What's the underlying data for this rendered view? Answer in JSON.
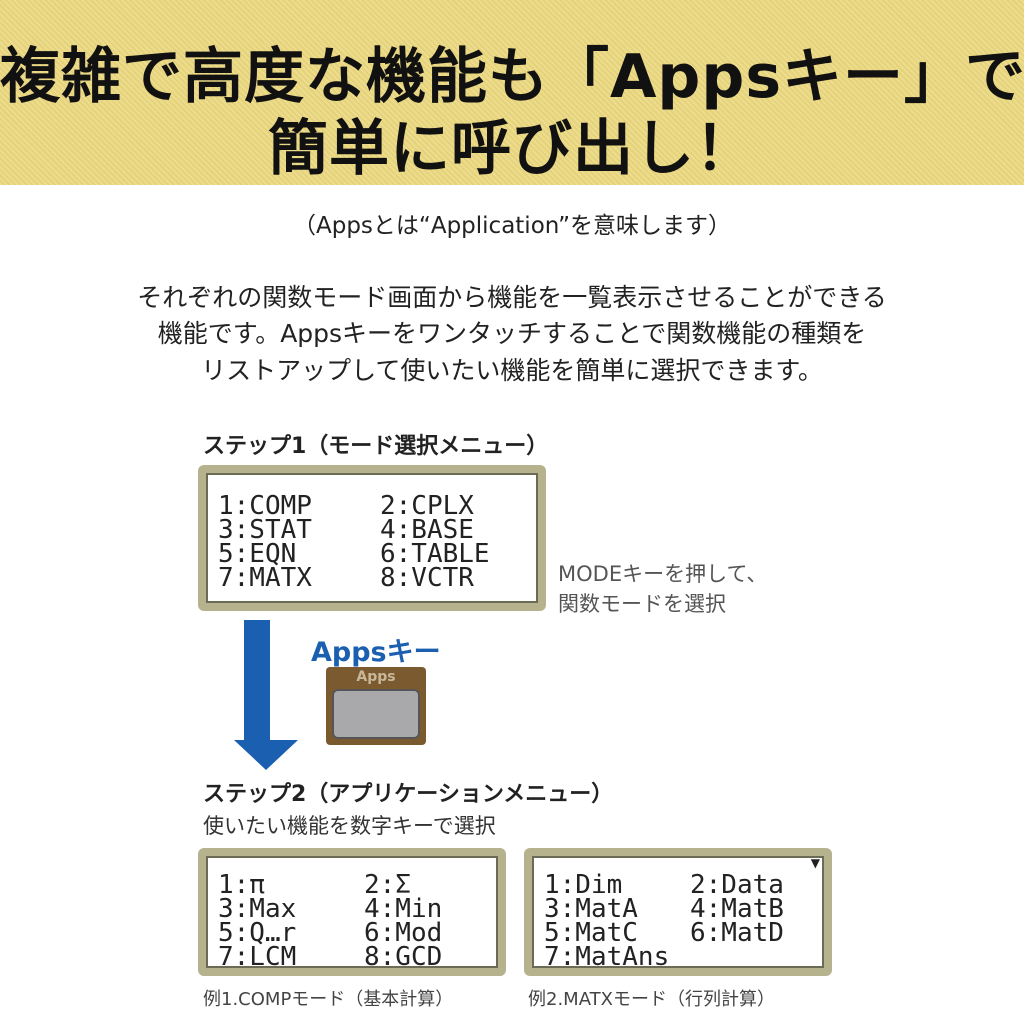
{
  "header": {
    "line1": "複雑で高度な機能も「Appsキー」で",
    "line2": "簡単に呼び出し！"
  },
  "subtitle": "（Appsとは“Application”を意味します）",
  "description": [
    "それぞれの関数モード画面から機能を一覧表示させることができる",
    "機能です。Appsキーをワンタッチすることで関数機能の種類を",
    "リストアップして使いたい機能を簡単に選択できます。"
  ],
  "step1": {
    "label": "ステップ1（モード選択メニュー）",
    "menu": [
      [
        "1:COMP",
        "2:CPLX"
      ],
      [
        "3:STAT",
        "4:BASE"
      ],
      [
        "5:EQN",
        "6:TABLE"
      ],
      [
        "7:MATX",
        "8:VCTR"
      ]
    ],
    "note": [
      "MODEキーを押して、",
      "関数モードを選択"
    ]
  },
  "apps_key": {
    "label": "Appsキー",
    "key_text": "Apps"
  },
  "step2": {
    "label": "ステップ2（アプリケーションメニュー）",
    "sublabel": "使いたい機能を数字キーで選択",
    "example1": {
      "menu": [
        [
          "1:π",
          "2:Σ"
        ],
        [
          "3:Max",
          "4:Min"
        ],
        [
          "5:Q…r",
          "6:Mod"
        ],
        [
          "7:LCM",
          "8:GCD"
        ]
      ],
      "caption": "例1.COMPモード（基本計算）"
    },
    "example2": {
      "menu": [
        [
          "1:Dim",
          "2:Data"
        ],
        [
          "3:MatA",
          "4:MatB"
        ],
        [
          "5:MatC",
          "6:MatD"
        ],
        [
          "7:MatAns",
          ""
        ]
      ],
      "scroll_indicator": "▼",
      "caption": "例2.MATXモード（行列計算）"
    }
  },
  "colors": {
    "band": "#ecd981",
    "arrow": "#1a5fb0",
    "lcd_frame": "#b6b28d",
    "key": "#7a5a2e"
  }
}
